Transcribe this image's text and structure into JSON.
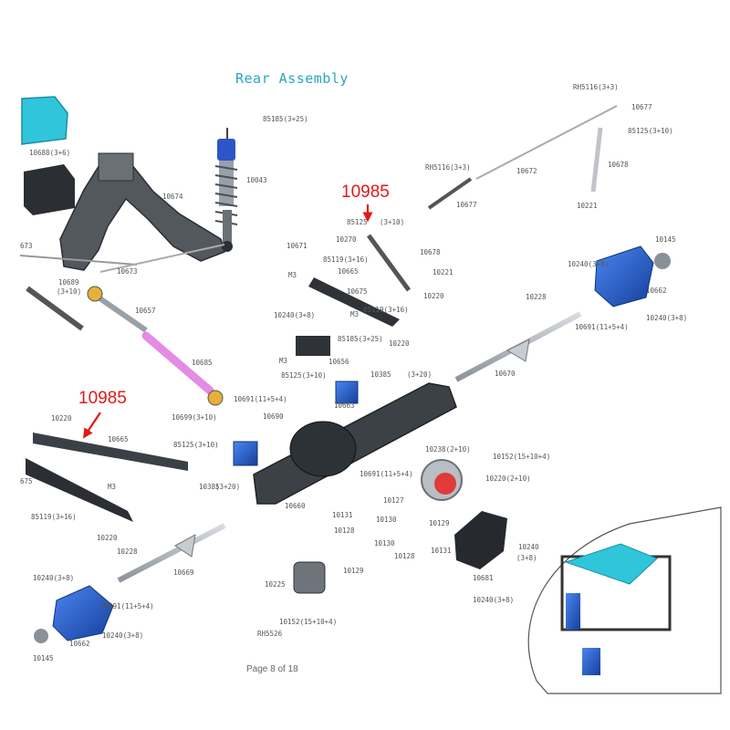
{
  "title": "Rear Assembly",
  "page": "Page 8 of 18",
  "callouts": [
    "10985",
    "10985"
  ],
  "labels": [
    "85185(3+25)",
    "10043",
    "10688(3+6)",
    "10674",
    "10673",
    "673",
    "10689",
    "(3+10)",
    "10657",
    "10685",
    "10699(3+10)",
    "10691(11+5+4)",
    "10690",
    "10220",
    "10665",
    "675",
    "M3",
    "85119(3+16)",
    "10220",
    "85125(3+10)",
    "10385",
    "(3+20)",
    "10228",
    "10669",
    "10240(3+8)",
    "10691(11+5+4)",
    "10240(3+8)",
    "10662",
    "10145",
    "10225",
    "10152(15+10+4)",
    "RH5526",
    "10660",
    "10131",
    "10128",
    "10130",
    "10129",
    "10130",
    "10128",
    "10129",
    "10131",
    "10681",
    "10240(3+8)",
    "10240",
    "(3+8)",
    "10238(2+10)",
    "10152(15+10+4)",
    "10220(2+10)",
    "10691(11+5+4)",
    "10127",
    "10663",
    "10385",
    "(3+20)",
    "10656",
    "85125(3+10)",
    "M3",
    "85185(3+25)",
    "10240(3+8)",
    "M3",
    "10675",
    "10220",
    "85119(3+16)",
    "10671",
    "M3",
    "10270",
    "85125",
    "(3+10)",
    "85119(3+16)",
    "10665",
    "10678",
    "10221",
    "10220",
    "RH5116(3+3)",
    "10677",
    "10672",
    "RH5116(3+3)",
    "10677",
    "85125(3+10)",
    "10678",
    "10221",
    "10240(3+8)",
    "10145",
    "10662",
    "10240(3+8)",
    "10691(11+5+4)",
    "10228",
    "10670"
  ],
  "colors": {
    "title": "#2aa7c0",
    "callout": "#e01818",
    "parts": "#3a3f44",
    "blue": "#1f5fd6",
    "pink": "#e48be4",
    "cyan": "#2fc6dc"
  }
}
